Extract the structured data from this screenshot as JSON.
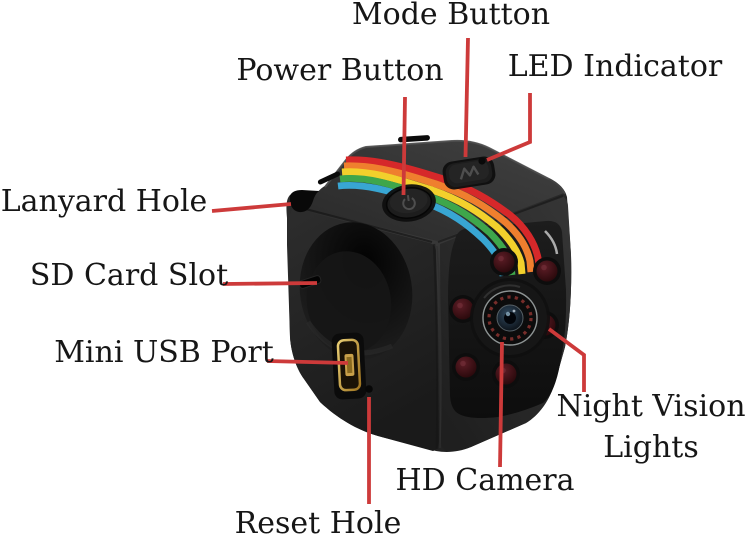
{
  "figure": {
    "labels": {
      "mode_button": "Mode Button",
      "power_button": "Power Button",
      "led_indicator": "LED Indicator",
      "lanyard_hole": "Lanyard Hole",
      "sd_card_slot": "SD Card Slot",
      "mini_usb_port": "Mini USB Port",
      "night_vision_line1": "Night Vision",
      "night_vision_line2": "Lights",
      "hd_camera": "HD Camera",
      "reset_hole": "Reset Hole"
    },
    "colors": {
      "background": "#ffffff",
      "text": "#161616",
      "leader_line": "#cd3a3a",
      "body": "#232323",
      "stripe": [
        "#d6282a",
        "#ef7f2e",
        "#f2d02c",
        "#3ea64b",
        "#38a6d3"
      ]
    }
  }
}
